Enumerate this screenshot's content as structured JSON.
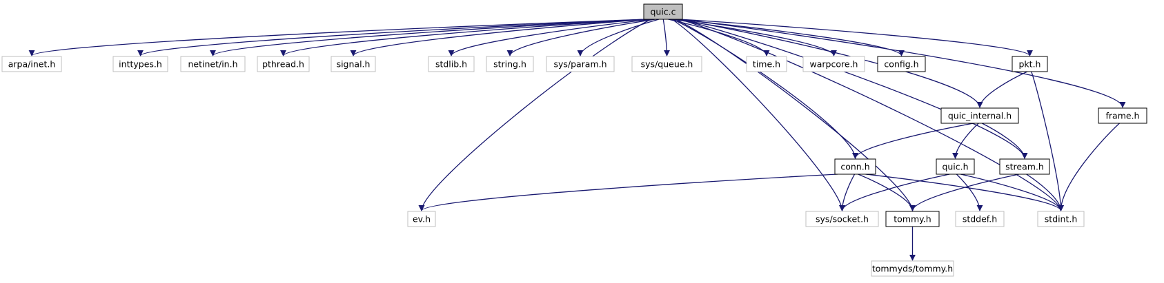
{
  "colors": {
    "edge": "#191970",
    "root_fill": "#bfbfbf",
    "documented_border": "#000000",
    "external_border": "#bfbfbf",
    "background": "#ffffff"
  },
  "nodes": {
    "quic_c": {
      "label": "quic.c",
      "kind": "root"
    },
    "arpa_inet": {
      "label": "arpa/inet.h",
      "kind": "external"
    },
    "inttypes": {
      "label": "inttypes.h",
      "kind": "external"
    },
    "netinet_in": {
      "label": "netinet/in.h",
      "kind": "external"
    },
    "pthread": {
      "label": "pthread.h",
      "kind": "external"
    },
    "signal": {
      "label": "signal.h",
      "kind": "external"
    },
    "stdlib": {
      "label": "stdlib.h",
      "kind": "external"
    },
    "string": {
      "label": "string.h",
      "kind": "external"
    },
    "sys_param": {
      "label": "sys/param.h",
      "kind": "external"
    },
    "sys_queue": {
      "label": "sys/queue.h",
      "kind": "external"
    },
    "time": {
      "label": "time.h",
      "kind": "external"
    },
    "warpcore": {
      "label": "warpcore.h",
      "kind": "external"
    },
    "config": {
      "label": "config.h",
      "kind": "documented"
    },
    "pkt": {
      "label": "pkt.h",
      "kind": "documented"
    },
    "quic_internal": {
      "label": "quic_internal.h",
      "kind": "documented"
    },
    "frame": {
      "label": "frame.h",
      "kind": "documented"
    },
    "conn": {
      "label": "conn.h",
      "kind": "documented"
    },
    "quic_h": {
      "label": "quic.h",
      "kind": "documented"
    },
    "stream": {
      "label": "stream.h",
      "kind": "documented"
    },
    "ev": {
      "label": "ev.h",
      "kind": "external"
    },
    "sys_socket": {
      "label": "sys/socket.h",
      "kind": "external"
    },
    "tommy": {
      "label": "tommy.h",
      "kind": "documented"
    },
    "stddef": {
      "label": "stddef.h",
      "kind": "external"
    },
    "stdint": {
      "label": "stdint.h",
      "kind": "external"
    },
    "tommyds_tommy": {
      "label": "tommyds/tommy.h",
      "kind": "external"
    }
  },
  "edges": [
    [
      "quic_c",
      "arpa_inet"
    ],
    [
      "quic_c",
      "inttypes"
    ],
    [
      "quic_c",
      "netinet_in"
    ],
    [
      "quic_c",
      "pthread"
    ],
    [
      "quic_c",
      "signal"
    ],
    [
      "quic_c",
      "stdlib"
    ],
    [
      "quic_c",
      "string"
    ],
    [
      "quic_c",
      "sys_param"
    ],
    [
      "quic_c",
      "sys_queue"
    ],
    [
      "quic_c",
      "time"
    ],
    [
      "quic_c",
      "warpcore"
    ],
    [
      "quic_c",
      "config"
    ],
    [
      "quic_c",
      "pkt"
    ],
    [
      "quic_c",
      "quic_internal"
    ],
    [
      "quic_c",
      "frame"
    ],
    [
      "quic_c",
      "conn"
    ],
    [
      "quic_c",
      "stream"
    ],
    [
      "quic_c",
      "ev"
    ],
    [
      "quic_c",
      "sys_socket"
    ],
    [
      "quic_c",
      "tommy"
    ],
    [
      "quic_c",
      "stdint"
    ],
    [
      "pkt",
      "quic_internal"
    ],
    [
      "pkt",
      "stdint"
    ],
    [
      "quic_internal",
      "conn"
    ],
    [
      "quic_internal",
      "quic_h"
    ],
    [
      "quic_internal",
      "stream"
    ],
    [
      "frame",
      "stdint"
    ],
    [
      "conn",
      "ev"
    ],
    [
      "conn",
      "sys_socket"
    ],
    [
      "conn",
      "tommy"
    ],
    [
      "conn",
      "stdint"
    ],
    [
      "quic_h",
      "sys_socket"
    ],
    [
      "quic_h",
      "stddef"
    ],
    [
      "quic_h",
      "stdint"
    ],
    [
      "stream",
      "tommy"
    ],
    [
      "stream",
      "stdint"
    ],
    [
      "tommy",
      "tommyds_tommy"
    ]
  ]
}
